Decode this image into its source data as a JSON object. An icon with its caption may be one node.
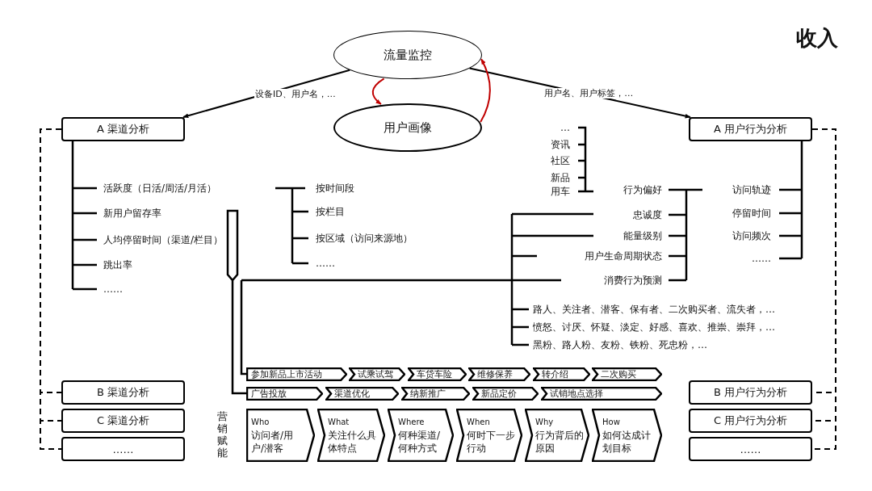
{
  "diagram": {
    "title": "收入",
    "nodes": [
      {
        "text": [
          "流量监控"
        ]
      },
      {
        "text": [
          "用户画像"
        ]
      },
      {
        "text": [
          "A 渠道分析"
        ]
      },
      {
        "text": [
          "B 渠道分析"
        ]
      },
      {
        "text": [
          "C 渠道分析"
        ]
      },
      {
        "text": [
          "……"
        ]
      },
      {
        "text": [
          "A 用户行为分析"
        ]
      },
      {
        "text": [
          "B 用户行为分析"
        ]
      },
      {
        "text": [
          "C 用户行为分析"
        ]
      },
      {
        "text": [
          "……"
        ]
      },
      {
        "text": [
          "参加新品上市活动"
        ]
      },
      {
        "text": [
          "试乘试驾"
        ]
      },
      {
        "text": [
          "车贷车险"
        ]
      },
      {
        "text": [
          "维修保养"
        ]
      },
      {
        "text": [
          "转介绍"
        ]
      },
      {
        "text": [
          "二次购买"
        ]
      },
      {
        "text": [
          "广告投放"
        ]
      },
      {
        "text": [
          "渠道优化"
        ]
      },
      {
        "text": [
          "纳新推广"
        ]
      },
      {
        "text": [
          "新品定价"
        ]
      },
      {
        "text": [
          "试销地点选择"
        ]
      },
      {
        "text": [
          "Who",
          "访问者/用户/潜客"
        ]
      },
      {
        "text": [
          "What",
          "关注什么具体特点"
        ]
      },
      {
        "text": [
          "Where",
          "何种渠道/何种方式"
        ]
      },
      {
        "text": [
          "When",
          "何时下一步行动"
        ]
      },
      {
        "text": [
          "Why",
          "行为背后的原因"
        ]
      },
      {
        "text": [
          "How",
          "如何达成计划目标"
        ]
      }
    ],
    "edges": [
      {
        "from": 0,
        "to": 2,
        "arrow": "to",
        "label": "设备ID、用户名，…"
      },
      {
        "from": 0,
        "to": 6,
        "arrow": "to",
        "label": "用户名、用户标签，…"
      },
      {
        "from": 0,
        "to": 1,
        "arrow": "to",
        "color": "#c00000"
      },
      {
        "from": 1,
        "to": 0,
        "arrow": "to",
        "color": "#c00000"
      },
      {
        "from": 2,
        "to": 3,
        "arrow": "none",
        "style": "dashed"
      },
      {
        "from": 2,
        "to": 4,
        "arrow": "none",
        "style": "dashed"
      },
      {
        "from": 2,
        "to": 5,
        "arrow": "none",
        "style": "dashed"
      },
      {
        "from": 6,
        "to": 7,
        "arrow": "none",
        "style": "dashed"
      },
      {
        "from": 6,
        "to": 8,
        "arrow": "none",
        "style": "dashed"
      },
      {
        "from": 6,
        "to": 9,
        "arrow": "none",
        "style": "dashed"
      }
    ],
    "labels": [
      "…",
      "资讯",
      "社区",
      "新品",
      "活跃度（日活/周活/月活）",
      "按时间段",
      "用车",
      "行为偏好",
      "访问轨迹",
      "新用户留存率",
      "按栏目",
      "忠诚度",
      "停留时间",
      "人均停留时间（渠道/栏目）",
      "按区域（访问来源地）",
      "能量级别",
      "访问频次",
      "跳出率",
      "……",
      "用户生命周期状态",
      "……",
      "……",
      "消费行为预测",
      "路人、关注者、潜客、保有者、二次购买者、流失者，…",
      "愤怒、讨厌、怀疑、淡定、好感、喜欢、推崇、崇拜，…",
      "黑粉、路人粉、友粉、铁粉、死忠粉，…",
      "营销赋能"
    ]
  }
}
